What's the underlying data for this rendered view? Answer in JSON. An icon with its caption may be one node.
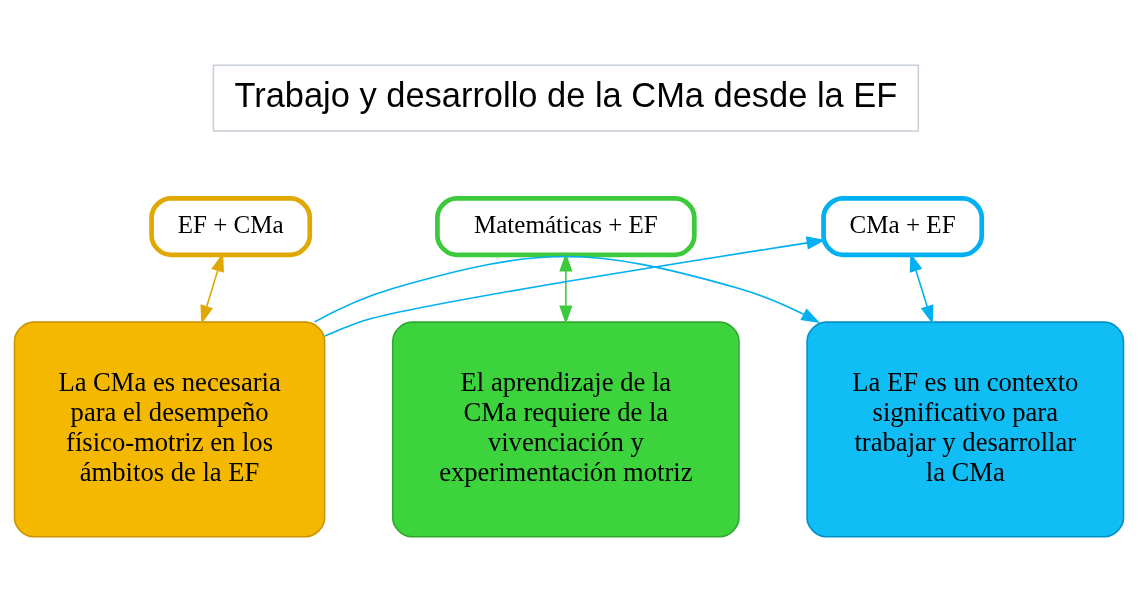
{
  "diagram": {
    "nodes": [
      {
        "text": [
          "Trabajo y desarrollo de la CMa desde la EF"
        ]
      },
      {
        "text": [
          "EF + CMa"
        ]
      },
      {
        "text": [
          "Matemáticas + EF"
        ]
      },
      {
        "text": [
          "CMa + EF"
        ]
      },
      {
        "text": [
          "La CMa es necesaria para el desempeño físico-motriz en los ámbitos de la EF"
        ]
      },
      {
        "text": [
          "El aprendizaje de la CMa requiere de la vivenciación y experimentación motriz"
        ]
      },
      {
        "text": [
          "La EF es un contexto significativo para trabajar y desarrollar la CMa"
        ]
      }
    ],
    "edges": [
      {
        "from": 1,
        "to": 4,
        "arrow": "both",
        "color": "#e0a800"
      },
      {
        "from": 2,
        "to": 5,
        "arrow": "both",
        "color": "#3cc93c"
      },
      {
        "from": 3,
        "to": 6,
        "arrow": "both",
        "color": "#00b0f0"
      },
      {
        "from": 4,
        "to": 3,
        "arrow": "to",
        "color": "#00b0f0"
      },
      {
        "from": 4,
        "to": 6,
        "arrow": "to",
        "color": "#00b0f0"
      }
    ]
  }
}
